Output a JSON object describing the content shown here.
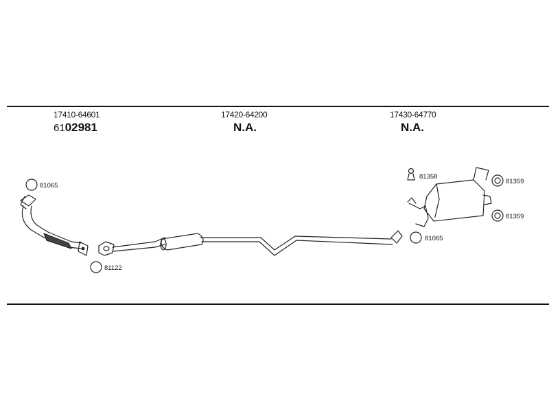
{
  "sections": [
    {
      "part_number": "17410-64601",
      "prefix": "61",
      "code": "02981"
    },
    {
      "part_number": "17420-64200",
      "code": "N.A."
    },
    {
      "part_number": "17430-64770",
      "code": "N.A."
    }
  ],
  "callouts": {
    "ring_top_left": "81065",
    "ring_bottom_left": "81122",
    "bolt_rear": "81358",
    "clamp_upper": "81359",
    "clamp_lower": "81359",
    "ring_rear": "81065"
  }
}
